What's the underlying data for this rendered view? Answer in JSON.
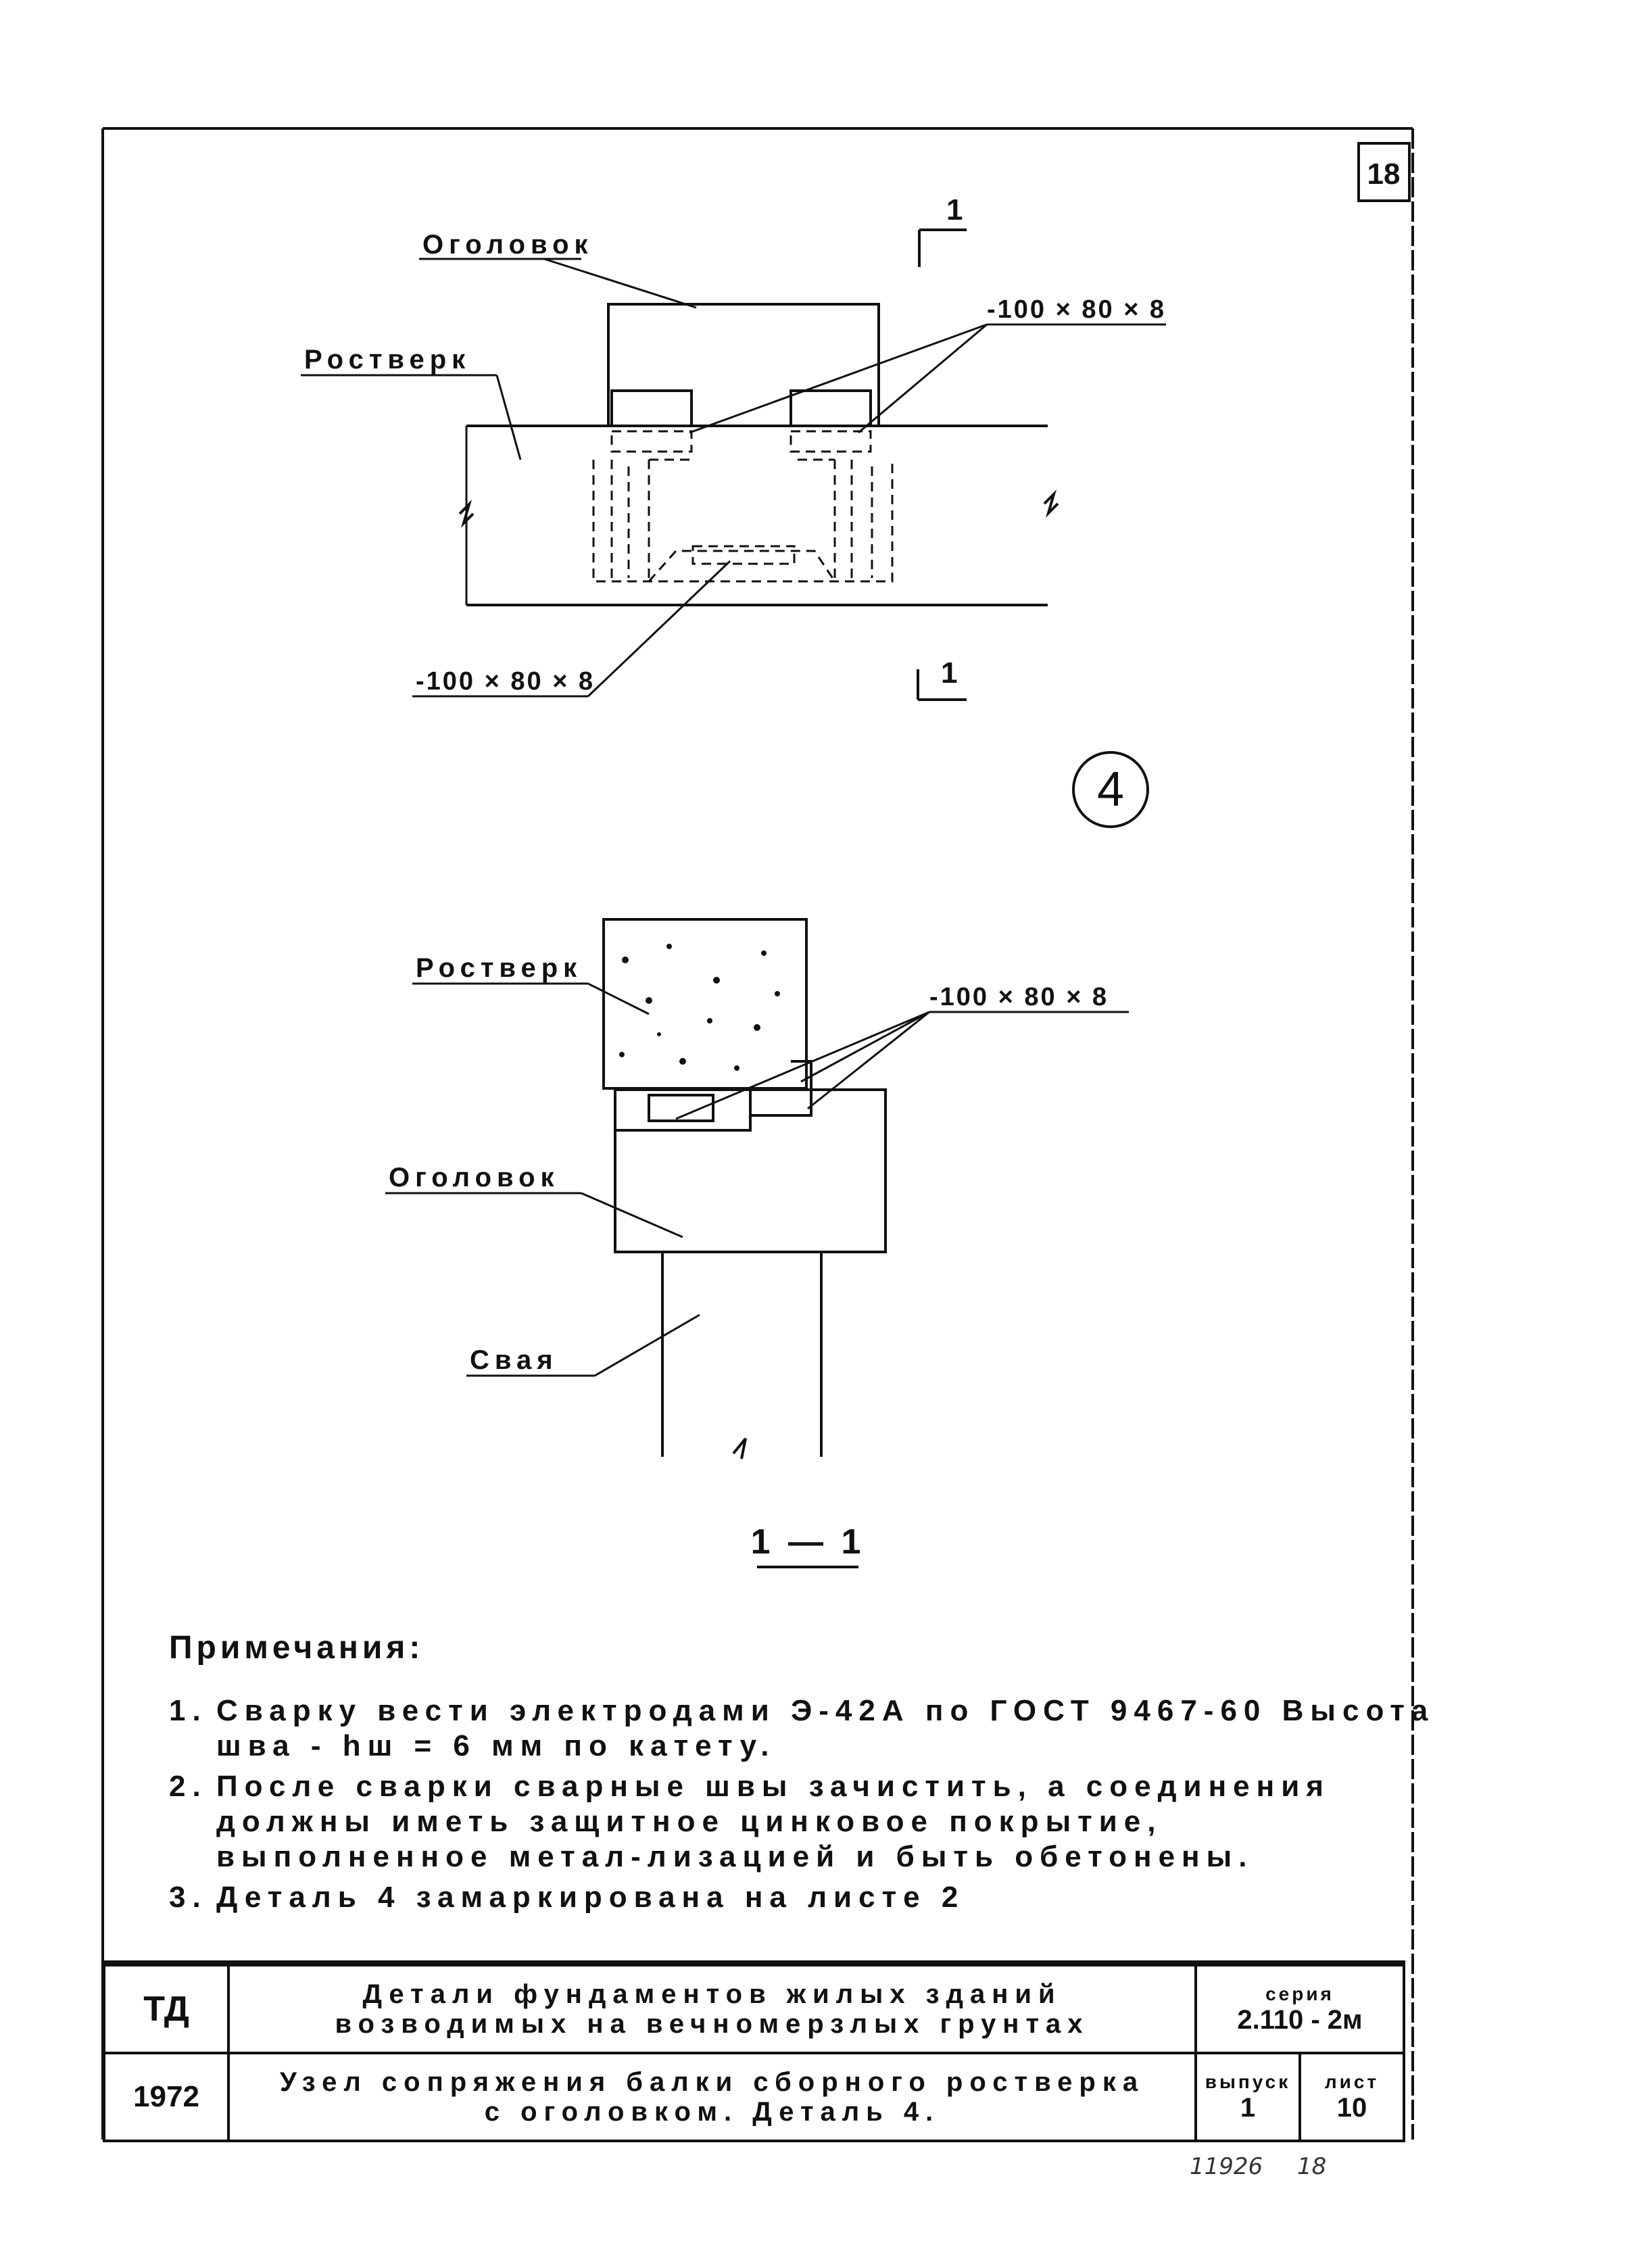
{
  "sheet_number_box": "18",
  "plan_view": {
    "label_ogolovok": "Оголовок",
    "label_rostverk": "Ростверк",
    "label_plate_top": "-100 × 80 × 8",
    "label_plate_bottom": "-100 × 80 × 8",
    "section_mark_top": "1",
    "section_mark_bottom": "1"
  },
  "detail_number": "4",
  "section_view": {
    "label_rostverk": "Ростверк",
    "label_plate": "-100 × 80 × 8",
    "label_ogolovok": "Оголовок",
    "label_svaya": "Свая",
    "section_title": "1 — 1"
  },
  "notes": {
    "title": "Примечания:",
    "items": [
      {
        "num": "1.",
        "text": "Сварку вести электродами Э-42А по ГОСТ 9467-60 Высота шва - hш = 6 мм по катету."
      },
      {
        "num": "2.",
        "text": "После сварки сварные швы зачистить, а соединения должны иметь защитное цинковое покрытие, выполненное метал-лизацией и быть обетонены."
      },
      {
        "num": "3.",
        "text": "Деталь 4 замаркирована на листе 2"
      }
    ]
  },
  "title_block": {
    "code": "ТД",
    "year": "1972",
    "title_line1": "Детали фундаментов жилых зданий",
    "title_line2": "возводимых на вечномерзлых грунтах",
    "subtitle_line1": "Узел сопряжения балки сборного ростверка",
    "subtitle_line2": "с оголовком. Деталь 4.",
    "series_label": "серия",
    "series_value": "2.110 - 2м",
    "issue_label": "выпуск",
    "issue_value": "1",
    "sheet_label": "лист",
    "sheet_value": "10"
  },
  "below_frame": {
    "number": "11926",
    "page": "18"
  }
}
